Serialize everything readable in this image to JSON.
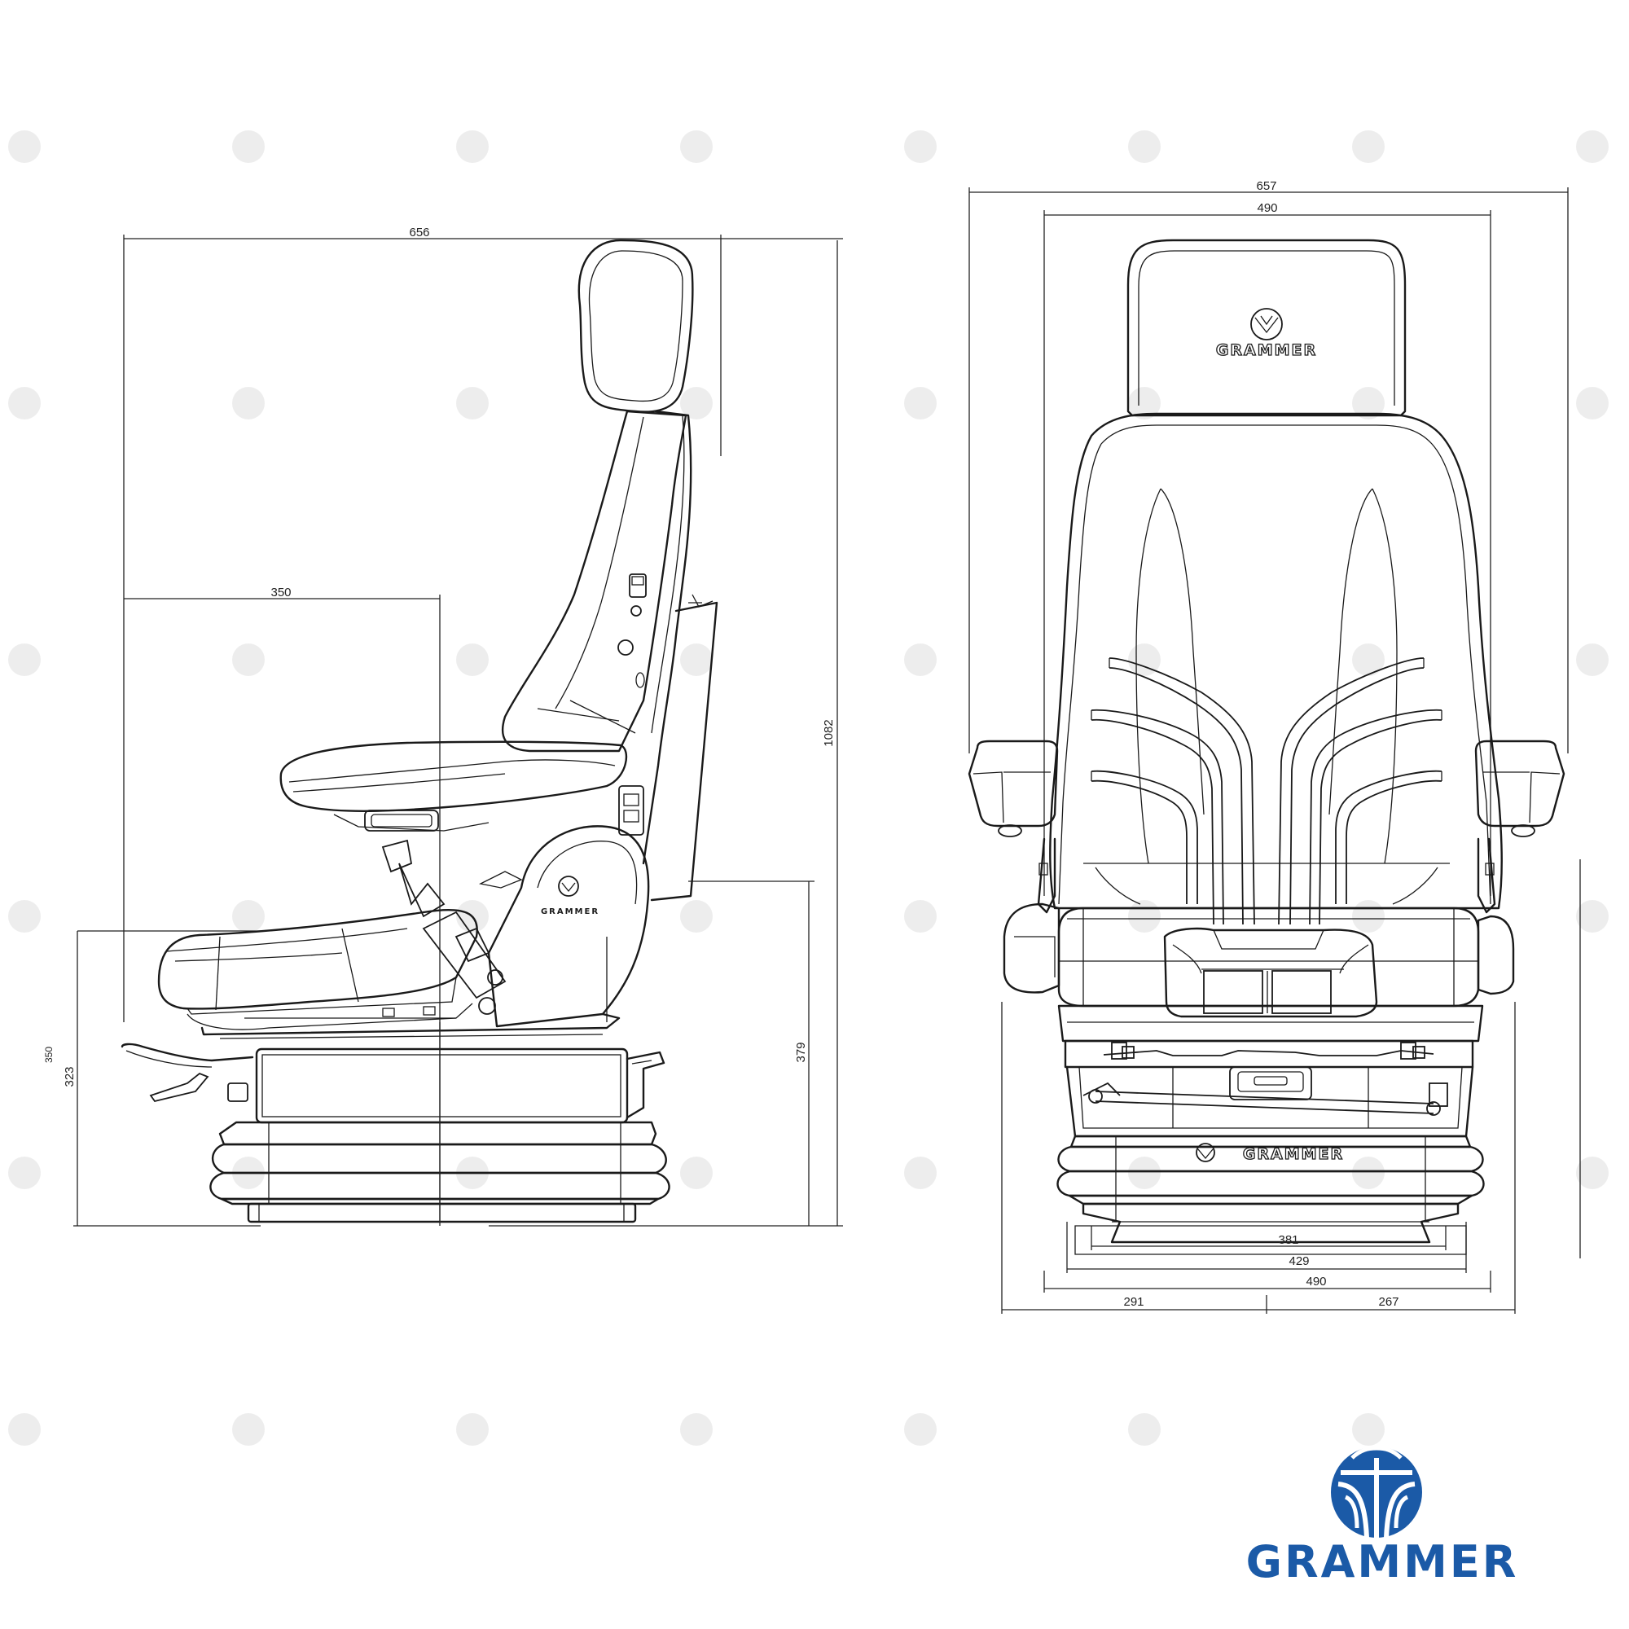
{
  "side_view": {
    "dimensions": {
      "overall_depth": "656",
      "seat_reference": "350",
      "overall_height": "1082",
      "suspension_height": "379",
      "base_height_a": "323",
      "base_height_b": "350"
    }
  },
  "front_view": {
    "headrest_brand": "GRAMMER",
    "base_brand": "GRAMMER",
    "dimensions": {
      "overall_width": "657",
      "backrest_width": "490",
      "mount_inner": "381",
      "mount_middle": "429",
      "base_width": "490",
      "left_offset": "291",
      "right_offset": "267"
    }
  },
  "logo": {
    "brand": "GRAMMER",
    "color": "#1b5aa7"
  }
}
